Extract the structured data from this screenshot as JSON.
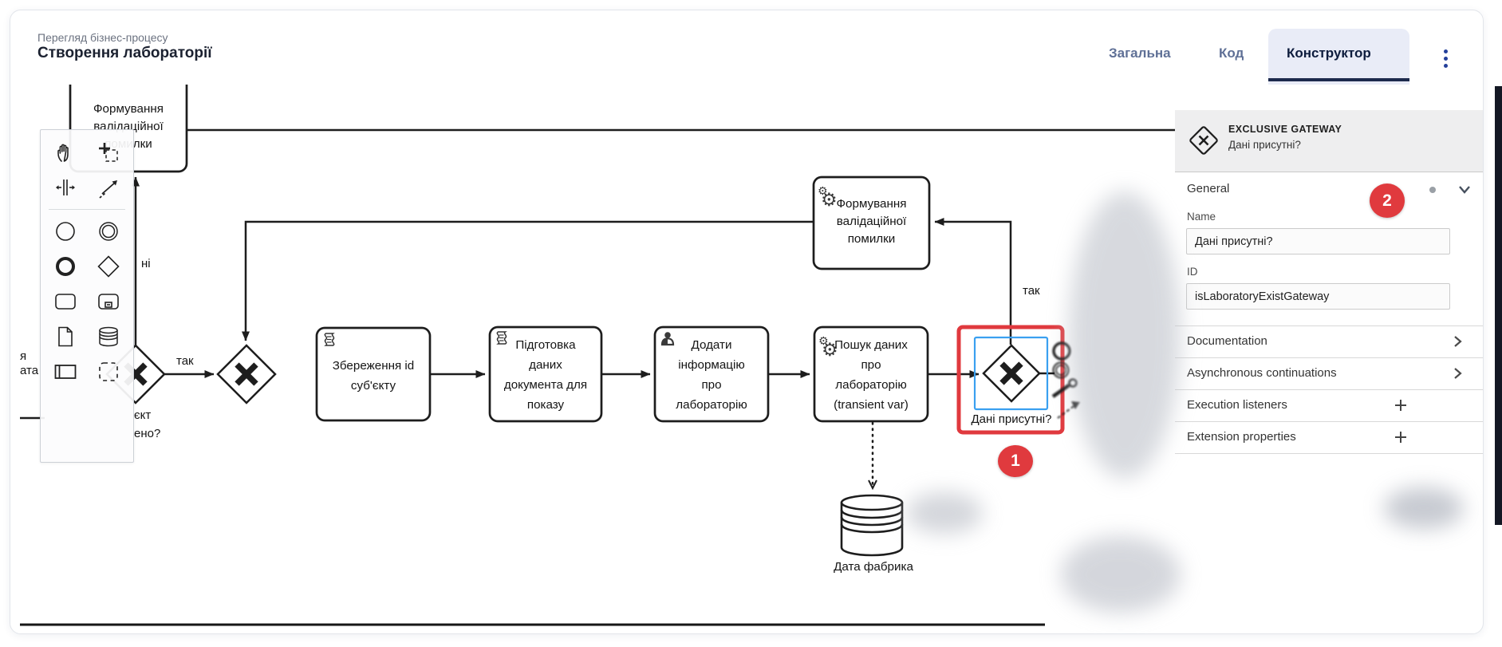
{
  "header": {
    "breadcrumb": "Перегляд бізнес-процесу",
    "title": "Створення лабораторії",
    "tabs": [
      {
        "label": "Загальна",
        "active": false
      },
      {
        "label": "Код",
        "active": false
      },
      {
        "label": "Конструктор",
        "active": true
      }
    ],
    "menu_icon": "kebab-menu"
  },
  "colors": {
    "annotation_red": "#e03a3e",
    "selection_blue": "#3aa0f0",
    "highlight_red": "#e0393e",
    "tab_active_bg": "#e9ecf7",
    "tab_underline": "#1d2a4d",
    "tab_inactive_text": "#5f7096",
    "panel_header_bg": "#eeeeef",
    "dark_strip": "#141824",
    "diagram_stroke": "#1d1d1d"
  },
  "palette": {
    "tools": [
      "hand-tool",
      "lasso-tool",
      "space-tool",
      "global-connect-tool",
      "create-start-event",
      "create-intermediate-event",
      "create-end-event",
      "create-gateway",
      "create-task",
      "create-subprocess",
      "create-data-object",
      "create-data-store",
      "create-participant",
      "create-group"
    ]
  },
  "canvas": {
    "tasks": [
      {
        "id": "task-error-top-left",
        "icon": "none-visible",
        "lines": [
          "Формування",
          "валідаційної",
          "помилки"
        ]
      },
      {
        "id": "task-error-loop",
        "icon": "service-gear",
        "lines": [
          "Формування",
          "валідаційної",
          "помилки"
        ]
      },
      {
        "id": "task-save-id",
        "icon": "script",
        "lines": [
          "Збереження id",
          "суб'єкту"
        ]
      },
      {
        "id": "task-prepare-data",
        "icon": "script",
        "lines": [
          "Підготовка",
          "даних",
          "документа для",
          "показу"
        ]
      },
      {
        "id": "task-add-info",
        "icon": "user",
        "lines": [
          "Додати",
          "інформацію",
          "про",
          "лабораторію"
        ]
      },
      {
        "id": "task-search-lab",
        "icon": "service-gear",
        "lines": [
          "Пошук даних",
          "про",
          "лабораторію",
          "(transient var)"
        ]
      }
    ],
    "selected_gateway_label": "Дані присутні?",
    "datastore_label": "Дата фабрика",
    "edge_labels": {
      "tak_left": "так",
      "tak_right": "так",
      "ni": "ні"
    },
    "fragments": {
      "left_task_line1": "я",
      "left_task_line2": "ата",
      "left_gateway_line1": "єкт",
      "left_gateway_line2": "ено?"
    },
    "annotations": {
      "first": "1",
      "second": "2"
    }
  },
  "panel": {
    "type_label": "EXCLUSIVE GATEWAY",
    "element_name": "Дані присутні?",
    "general_label": "General",
    "name_field": {
      "label": "Name",
      "value": "Дані присутні?"
    },
    "id_field": {
      "label": "ID",
      "value": "isLaboratoryExistGateway"
    },
    "sections": [
      {
        "label": "Documentation",
        "action": "chevron"
      },
      {
        "label": "Asynchronous continuations",
        "action": "chevron"
      },
      {
        "label": "Execution listeners",
        "action": "plus"
      },
      {
        "label": "Extension properties",
        "action": "plus"
      }
    ]
  }
}
